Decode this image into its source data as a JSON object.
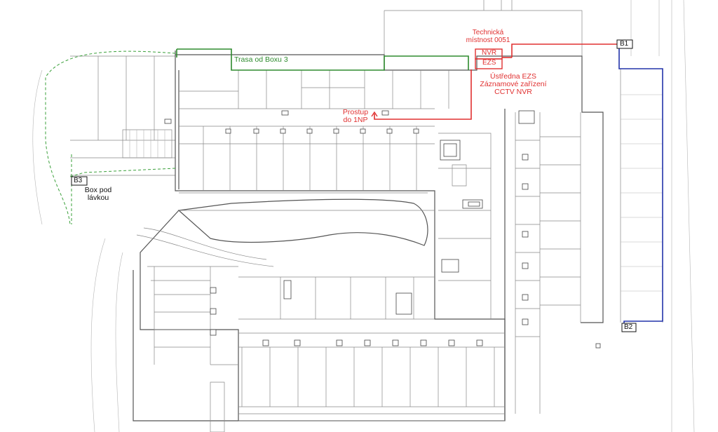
{
  "labels": {
    "technicka": "Technická",
    "mistnost": "místnost 0051",
    "nvr": "NVR",
    "ezs": "EZS",
    "ustredna": "Ústředna EZS",
    "zaznamove": "Záznamové zařízení",
    "cctv": "CCTV NVR",
    "trasa": "Trasa od Boxu 3",
    "prostup": "Prostup",
    "do1np": "do 1NP",
    "b1": "B1",
    "b2": "B2",
    "b3": "B3",
    "box_pod": "Box pod",
    "lavkou": "lávkou"
  },
  "colors": {
    "route_red": "#e03030",
    "route_green": "#2e8b2e",
    "route_blue": "#2233aa",
    "route_green_dashed": "#3aa03a",
    "walls": "#555555"
  }
}
